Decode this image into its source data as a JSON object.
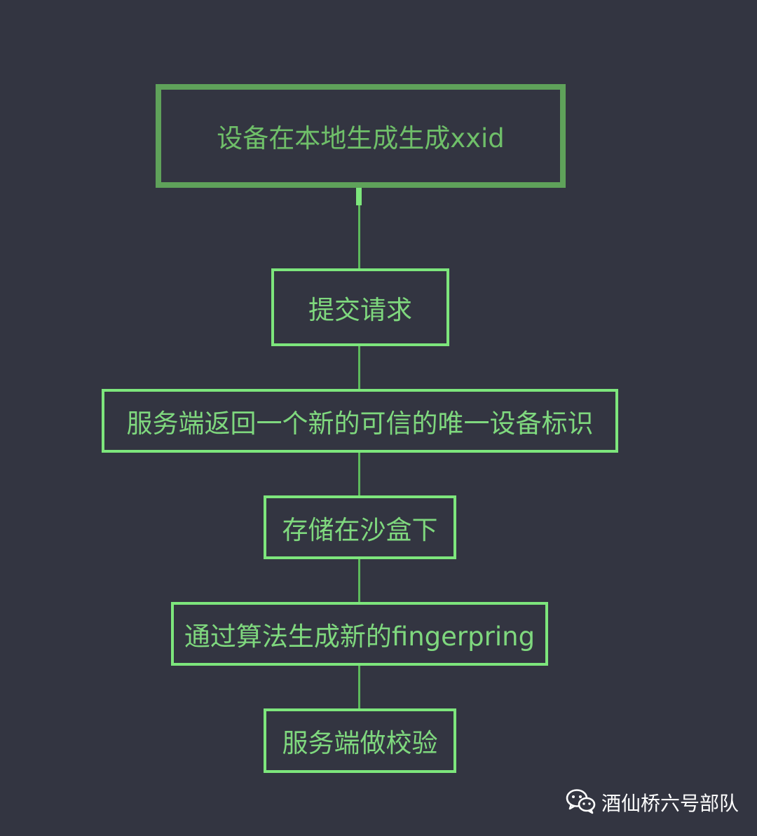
{
  "flowchart": {
    "nodes": [
      {
        "id": "n1",
        "label": "设备在本地生成生成xxid"
      },
      {
        "id": "n2",
        "label": "提交请求"
      },
      {
        "id": "n3",
        "label": "服务端返回一个新的可信的唯一设备标识"
      },
      {
        "id": "n4",
        "label": "存储在沙盒下"
      },
      {
        "id": "n5",
        "label": "通过算法生成新的fingerpring"
      },
      {
        "id": "n6",
        "label": "服务端做校验"
      }
    ],
    "edges": [
      {
        "from": "n1",
        "to": "n2"
      },
      {
        "from": "n2",
        "to": "n3"
      },
      {
        "from": "n3",
        "to": "n4"
      },
      {
        "from": "n4",
        "to": "n5"
      },
      {
        "from": "n5",
        "to": "n6"
      }
    ]
  },
  "watermark": {
    "icon": "wechat-icon",
    "text": "酒仙桥六号部队"
  },
  "colors": {
    "background": "#333541",
    "node_border": "#7de67c",
    "node_text": "#7fd87e",
    "highlight_border": "#5fa25a"
  }
}
